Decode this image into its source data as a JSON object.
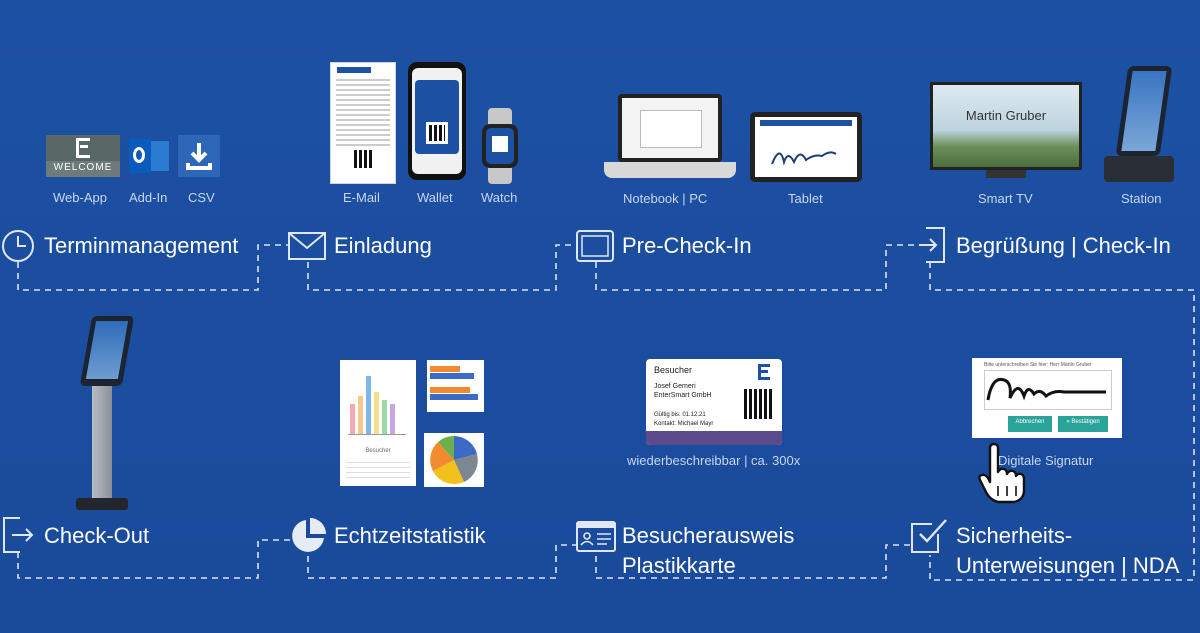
{
  "steps": {
    "terminmanagement": "Terminmanagement",
    "einladung": "Einladung",
    "precheckin": "Pre-Check-In",
    "begruessung": "Begrüßung | Check-In",
    "checkout": "Check-Out",
    "echtzeit": "Echtzeitstatistik",
    "ausweis_line1": "Besucherausweis",
    "ausweis_line2": "Plastikkarte",
    "sicherheit_line1": "Sicherheits-",
    "sicherheit_line2": "Unterweisungen | NDA"
  },
  "captions": {
    "webapp": "Web-App",
    "addin": "Add-In",
    "csv": "CSV",
    "email": "E-Mail",
    "wallet": "Wallet",
    "watch": "Watch",
    "notebook": "Notebook | PC",
    "tablet": "Tablet",
    "smarttv": "Smart TV",
    "station": "Station",
    "card_note": "wiederbeschreibbar | ca. 300x",
    "signatur": "Digitale Signatur"
  },
  "logos": {
    "welcome": "WELCOME"
  },
  "tv": {
    "name": "Martin Gruber"
  },
  "card": {
    "title": "Besucher",
    "name": "Josef Gemeri",
    "company": "EnterSmart GmbH",
    "valid": "Gültig bis: 01.12.21",
    "contact": "Kontakt: Michael Mayr"
  },
  "signature": {
    "prompt": "Bitte unterschreiben Sie hier: Herr Martin Gruber",
    "cancel": "Abbrechen",
    "confirm": "» Bestätigen"
  },
  "stats": {
    "chart_caption": "Besucher"
  },
  "colors": {
    "background": "#1c4d9e",
    "path": "#d6e0f2",
    "accent_teal": "#2aa39a"
  }
}
